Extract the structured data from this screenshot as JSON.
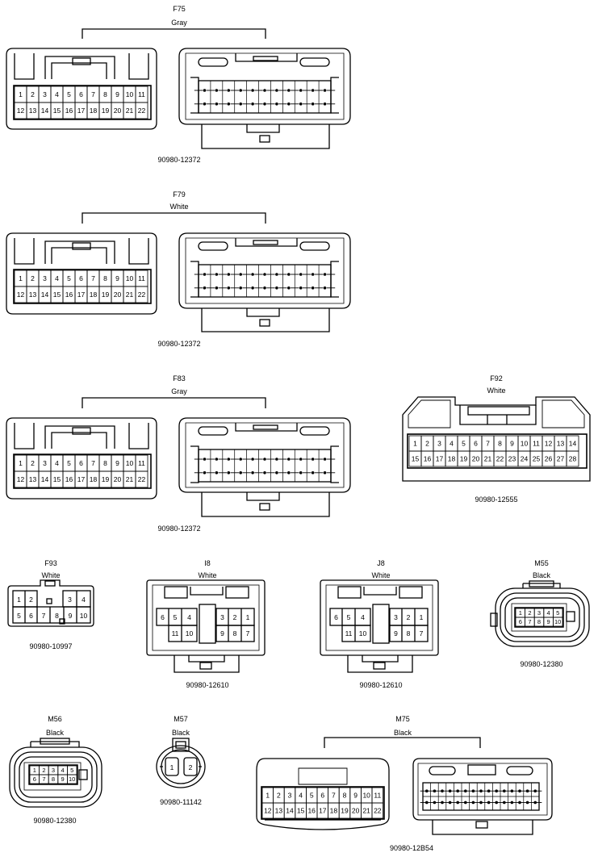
{
  "connectors": [
    {
      "id": "F75",
      "color": "Gray",
      "part": "90980-12372",
      "pins_top": [
        "1",
        "2",
        "3",
        "4",
        "5",
        "6",
        "7",
        "8",
        "9",
        "10",
        "11"
      ],
      "pins_bottom": [
        "12",
        "13",
        "14",
        "15",
        "16",
        "17",
        "18",
        "19",
        "20",
        "21",
        "22"
      ]
    },
    {
      "id": "F79",
      "color": "White",
      "part": "90980-12372",
      "pins_top": [
        "1",
        "2",
        "3",
        "4",
        "5",
        "6",
        "7",
        "8",
        "9",
        "10",
        "11"
      ],
      "pins_bottom": [
        "12",
        "13",
        "14",
        "15",
        "16",
        "17",
        "18",
        "19",
        "20",
        "21",
        "22"
      ]
    },
    {
      "id": "F83",
      "color": "Gray",
      "part": "90980-12372",
      "pins_top": [
        "1",
        "2",
        "3",
        "4",
        "5",
        "6",
        "7",
        "8",
        "9",
        "10",
        "11"
      ],
      "pins_bottom": [
        "12",
        "13",
        "14",
        "15",
        "16",
        "17",
        "18",
        "19",
        "20",
        "21",
        "22"
      ]
    },
    {
      "id": "F92",
      "color": "White",
      "part": "90980-12555",
      "pins_top": [
        "1",
        "2",
        "3",
        "4",
        "5",
        "6",
        "7",
        "8",
        "9",
        "10",
        "11",
        "12",
        "13",
        "14"
      ],
      "pins_bottom": [
        "15",
        "16",
        "17",
        "18",
        "19",
        "20",
        "21",
        "22",
        "23",
        "24",
        "25",
        "26",
        "27",
        "28"
      ]
    },
    {
      "id": "F93",
      "color": "White",
      "part": "90980-10997",
      "pins_top": [
        "1",
        "2",
        "3",
        "4"
      ],
      "pins_bottom": [
        "5",
        "6",
        "7",
        "8",
        "9",
        "10"
      ]
    },
    {
      "id": "I8",
      "color": "White",
      "part": "90980-12610",
      "pins_top": [
        "6",
        "5",
        "4",
        "3",
        "2",
        "1"
      ],
      "pins_bottom": [
        "11",
        "10",
        "9",
        "8",
        "7"
      ]
    },
    {
      "id": "J8",
      "color": "White",
      "part": "90980-12610",
      "pins_top": [
        "6",
        "5",
        "4",
        "3",
        "2",
        "1"
      ],
      "pins_bottom": [
        "11",
        "10",
        "9",
        "8",
        "7"
      ]
    },
    {
      "id": "M55",
      "color": "Black",
      "part": "90980-12380",
      "pins_top": [
        "1",
        "2",
        "3",
        "4",
        "5"
      ],
      "pins_bottom": [
        "6",
        "7",
        "8",
        "9",
        "10"
      ]
    },
    {
      "id": "M56",
      "color": "Black",
      "part": "90980-12380",
      "pins_top": [
        "1",
        "2",
        "3",
        "4",
        "5"
      ],
      "pins_bottom": [
        "6",
        "7",
        "8",
        "9",
        "10"
      ]
    },
    {
      "id": "M57",
      "color": "Black",
      "part": "90980-11142",
      "pins_top": [
        "1",
        "2"
      ],
      "pins_bottom": []
    },
    {
      "id": "M75",
      "color": "Black",
      "part": "90980-12B54",
      "pins_top": [
        "1",
        "2",
        "3",
        "4",
        "5",
        "6",
        "7",
        "8",
        "9",
        "10",
        "11"
      ],
      "pins_bottom": [
        "12",
        "13",
        "14",
        "15",
        "16",
        "17",
        "18",
        "19",
        "20",
        "21",
        "22"
      ]
    }
  ]
}
